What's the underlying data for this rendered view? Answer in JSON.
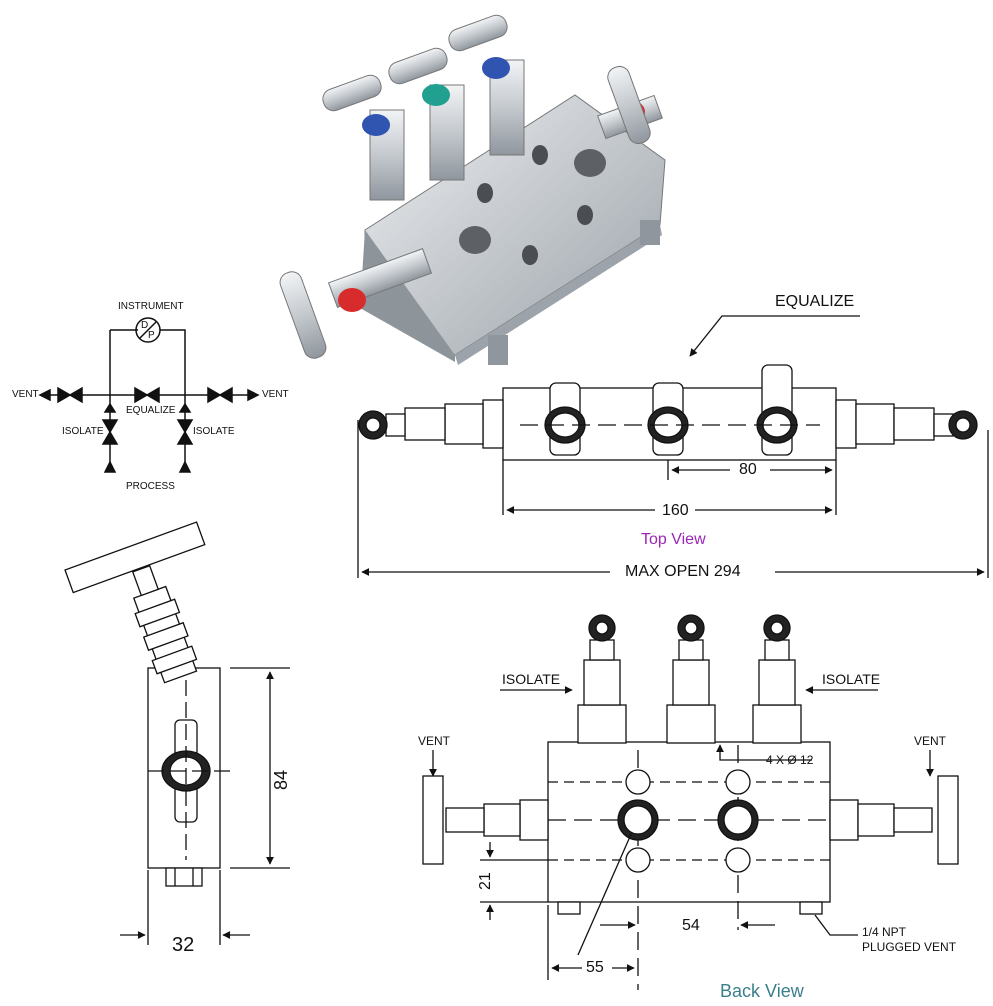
{
  "schematic": {
    "instrument": "INSTRUMENT",
    "dp_top": "D",
    "dp_bottom": "P",
    "vent_left": "VENT",
    "vent_right": "VENT",
    "equalize": "EQUALIZE",
    "isolate_left": "ISOLATE",
    "isolate_right": "ISOLATE",
    "process": "PROCESS"
  },
  "top_view": {
    "equalize": "EQUALIZE",
    "dim_80": "80",
    "dim_160": "160",
    "caption": "Top View",
    "max_open": "MAX OPEN  294"
  },
  "side_view": {
    "dim_84": "84",
    "dim_32": "32"
  },
  "back_view": {
    "isolate_left": "ISOLATE",
    "isolate_right": "ISOLATE",
    "vent_left": "VENT",
    "vent_right": "VENT",
    "holes": "4 X Ø 12",
    "dim_21": "21",
    "dim_54": "54",
    "dim_55": "55",
    "npt_line1": "1/4 NPT",
    "npt_line2": "PLUGGED VENT",
    "caption": "Back View"
  },
  "colors": {
    "top_caption": "#9b26b6",
    "back_caption": "#3a7f8c",
    "line": "#111111"
  }
}
